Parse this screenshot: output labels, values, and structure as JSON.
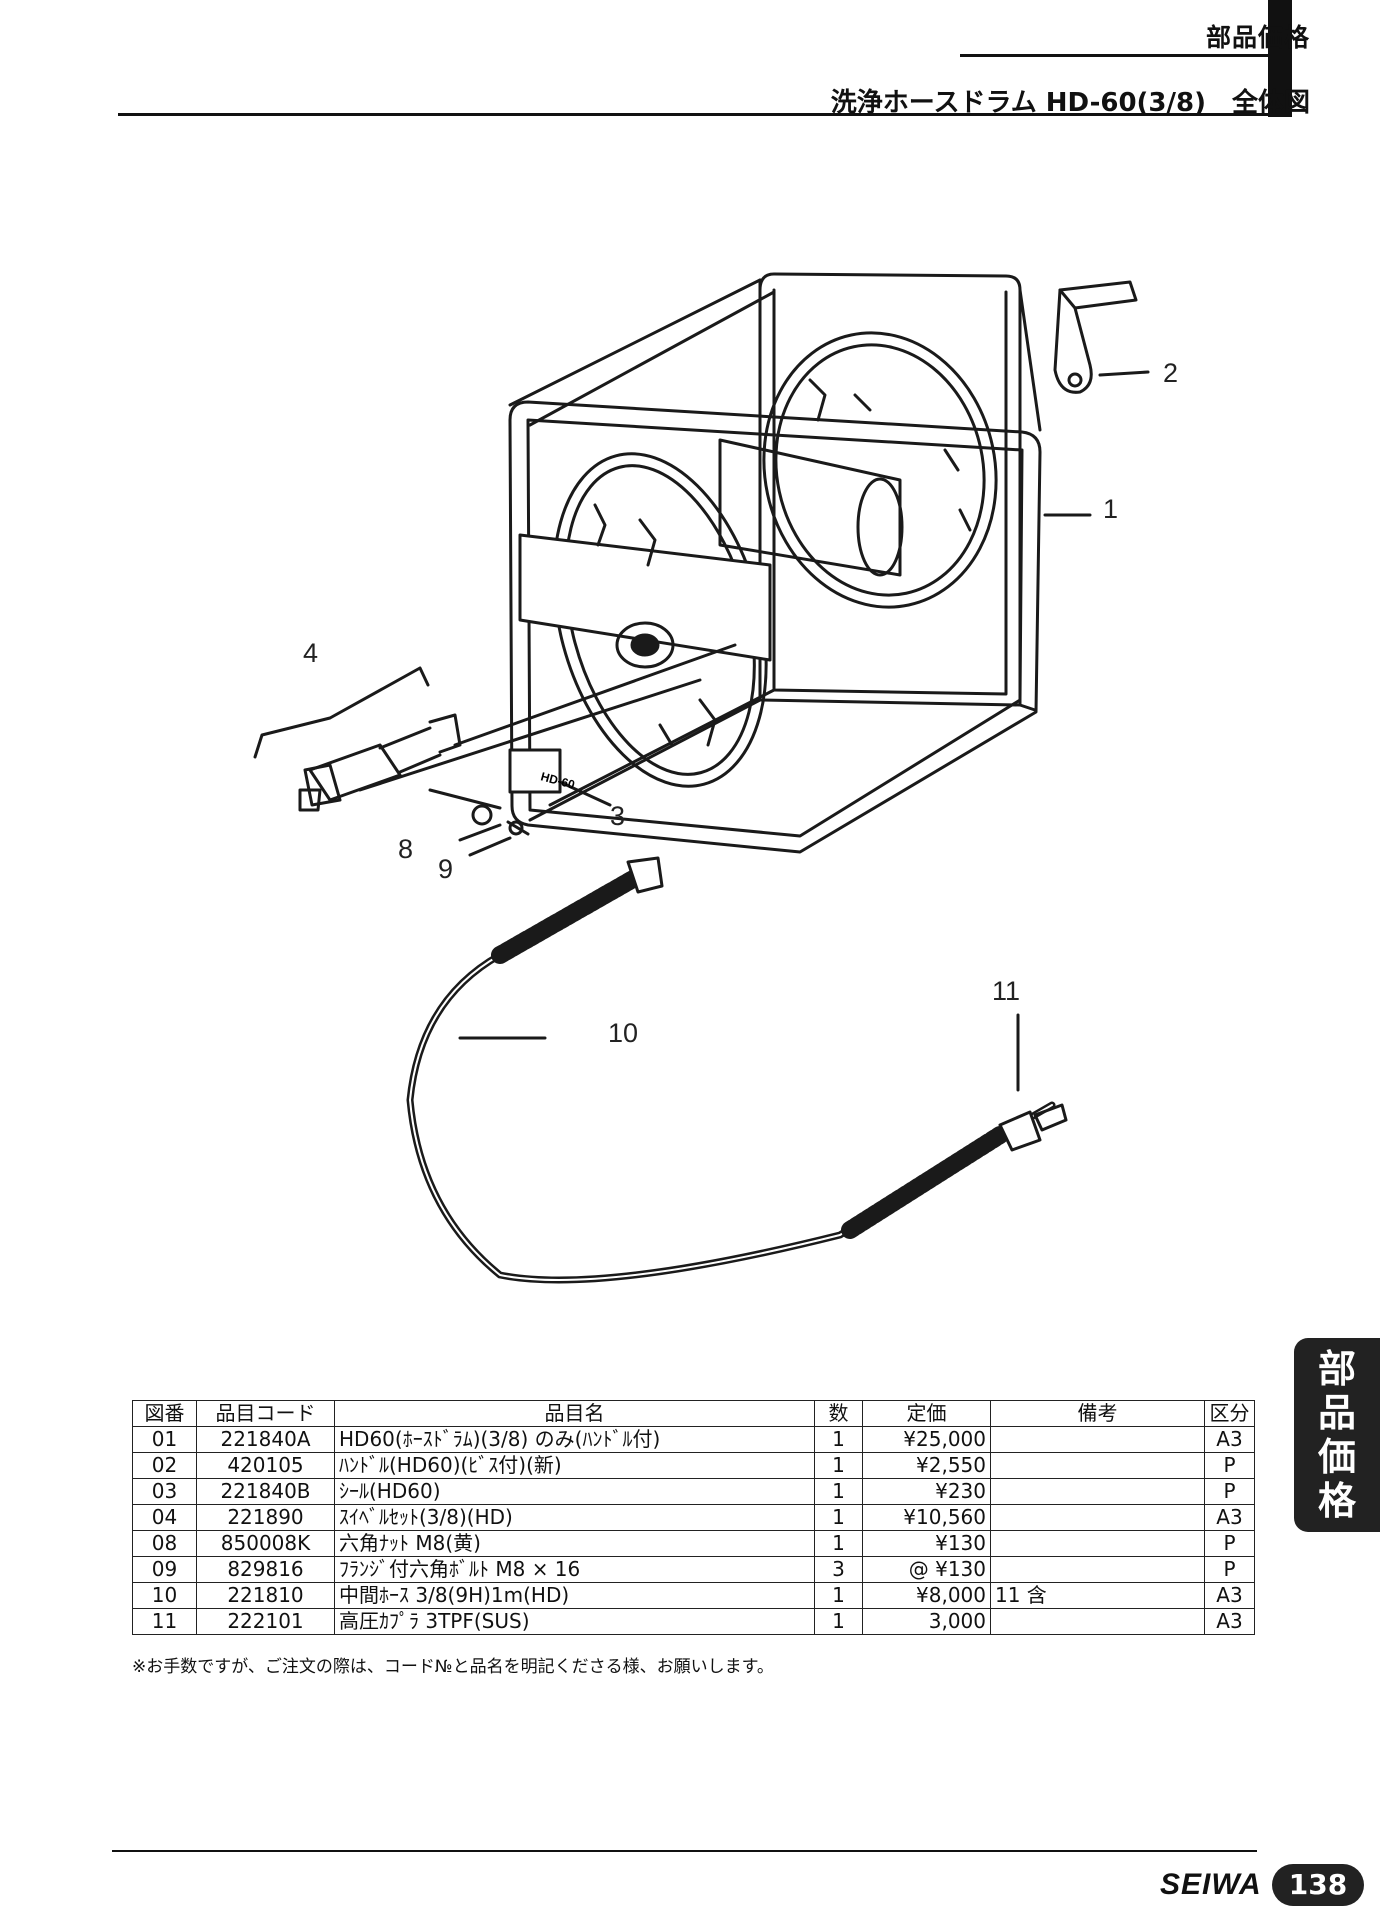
{
  "header": {
    "section": "部品価格",
    "title": "洗浄ホースドラム HD-60(3/8)　全体図"
  },
  "side_tab": {
    "chars": [
      "部",
      "品",
      "価",
      "格"
    ]
  },
  "diagram": {
    "callouts": [
      "1",
      "2",
      "3",
      "4",
      "8",
      "9",
      "10",
      "11"
    ],
    "seal_label": "HD-60"
  },
  "parts_table": {
    "headers": [
      "図番",
      "品目コード",
      "品目名",
      "数",
      "定価",
      "備考",
      "区分"
    ],
    "rows": [
      [
        "01",
        "221840A",
        "HD60(ﾎｰｽﾄﾞﾗﾑ)(3/8) のみ(ﾊﾝﾄﾞﾙ付)",
        "1",
        "¥25,000",
        "",
        "A3"
      ],
      [
        "02",
        "420105",
        "ﾊﾝﾄﾞﾙ(HD60)(ﾋﾞｽ付)(新)",
        "1",
        "¥2,550",
        "",
        "P"
      ],
      [
        "03",
        "221840B",
        "ｼｰﾙ(HD60)",
        "1",
        "¥230",
        "",
        "P"
      ],
      [
        "04",
        "221890",
        "ｽｲﾍﾞﾙｾｯﾄ(3/8)(HD)",
        "1",
        "¥10,560",
        "",
        "A3"
      ],
      [
        "08",
        "850008K",
        "六角ﾅｯﾄ M8(黄)",
        "1",
        "¥130",
        "",
        "P"
      ],
      [
        "09",
        "829816",
        "ﾌﾗﾝｼﾞ付六角ﾎﾞﾙﾄ M8 × 16",
        "3",
        "@ ¥130",
        "",
        "P"
      ],
      [
        "10",
        "221810",
        "中間ﾎｰｽ 3/8(9H)1m(HD)",
        "1",
        "¥8,000",
        "11 含",
        "A3"
      ],
      [
        "11",
        "222101",
        "高圧ｶﾌﾟﾗ 3TPF(SUS)",
        "1",
        "3,000",
        "",
        "A3"
      ]
    ]
  },
  "note": "※お手数ですが、ご注文の際は、コード№と品名を明記くださる様、お願いします。",
  "footer": {
    "brand": "SEIWA",
    "page": "138"
  }
}
